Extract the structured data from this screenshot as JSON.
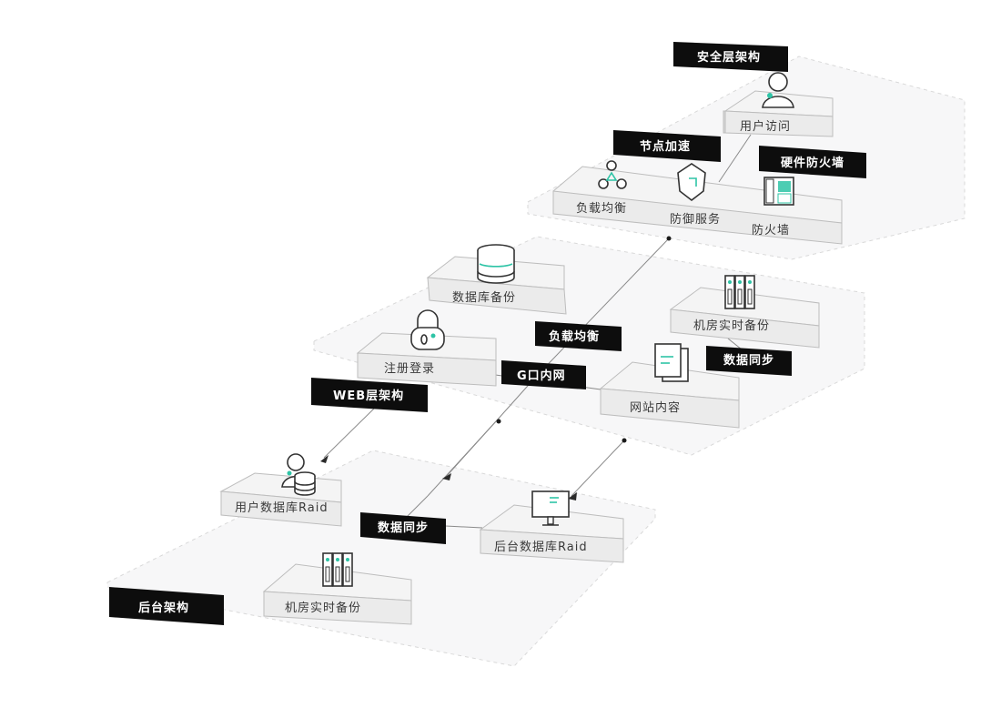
{
  "layers": {
    "security": "安全层架构",
    "web": "WEB层架构",
    "backend": "后台架构"
  },
  "tags": {
    "node_acceleration": "节点加速",
    "hardware_firewall": "硬件防火墙",
    "load_balancing": "负载均衡",
    "g_intranet": "G口内网",
    "data_sync_web": "数据同步",
    "data_sync_backend": "数据同步"
  },
  "nodes": {
    "user_access": "用户访问",
    "load_balance": "负载均衡",
    "defense_service": "防御服务",
    "firewall": "防火墙",
    "db_backup": "数据库备份",
    "register_login": "注册登录",
    "room_backup_web": "机房实时备份",
    "site_content": "网站内容",
    "user_db_raid": "用户数据库Raid",
    "backend_db_raid": "后台数据库Raid",
    "room_backup_backend": "机房实时备份"
  },
  "colors": {
    "accent": "#2ec4a6",
    "tag_bg": "#0d0d0d",
    "tag_text": "#ffffff"
  },
  "icons": [
    "user-icon",
    "network-icon",
    "shield-icon",
    "firewall-icon",
    "database-icon",
    "lock-icon",
    "server-rack-icon",
    "document-icon",
    "user-database-icon",
    "monitor-icon"
  ]
}
